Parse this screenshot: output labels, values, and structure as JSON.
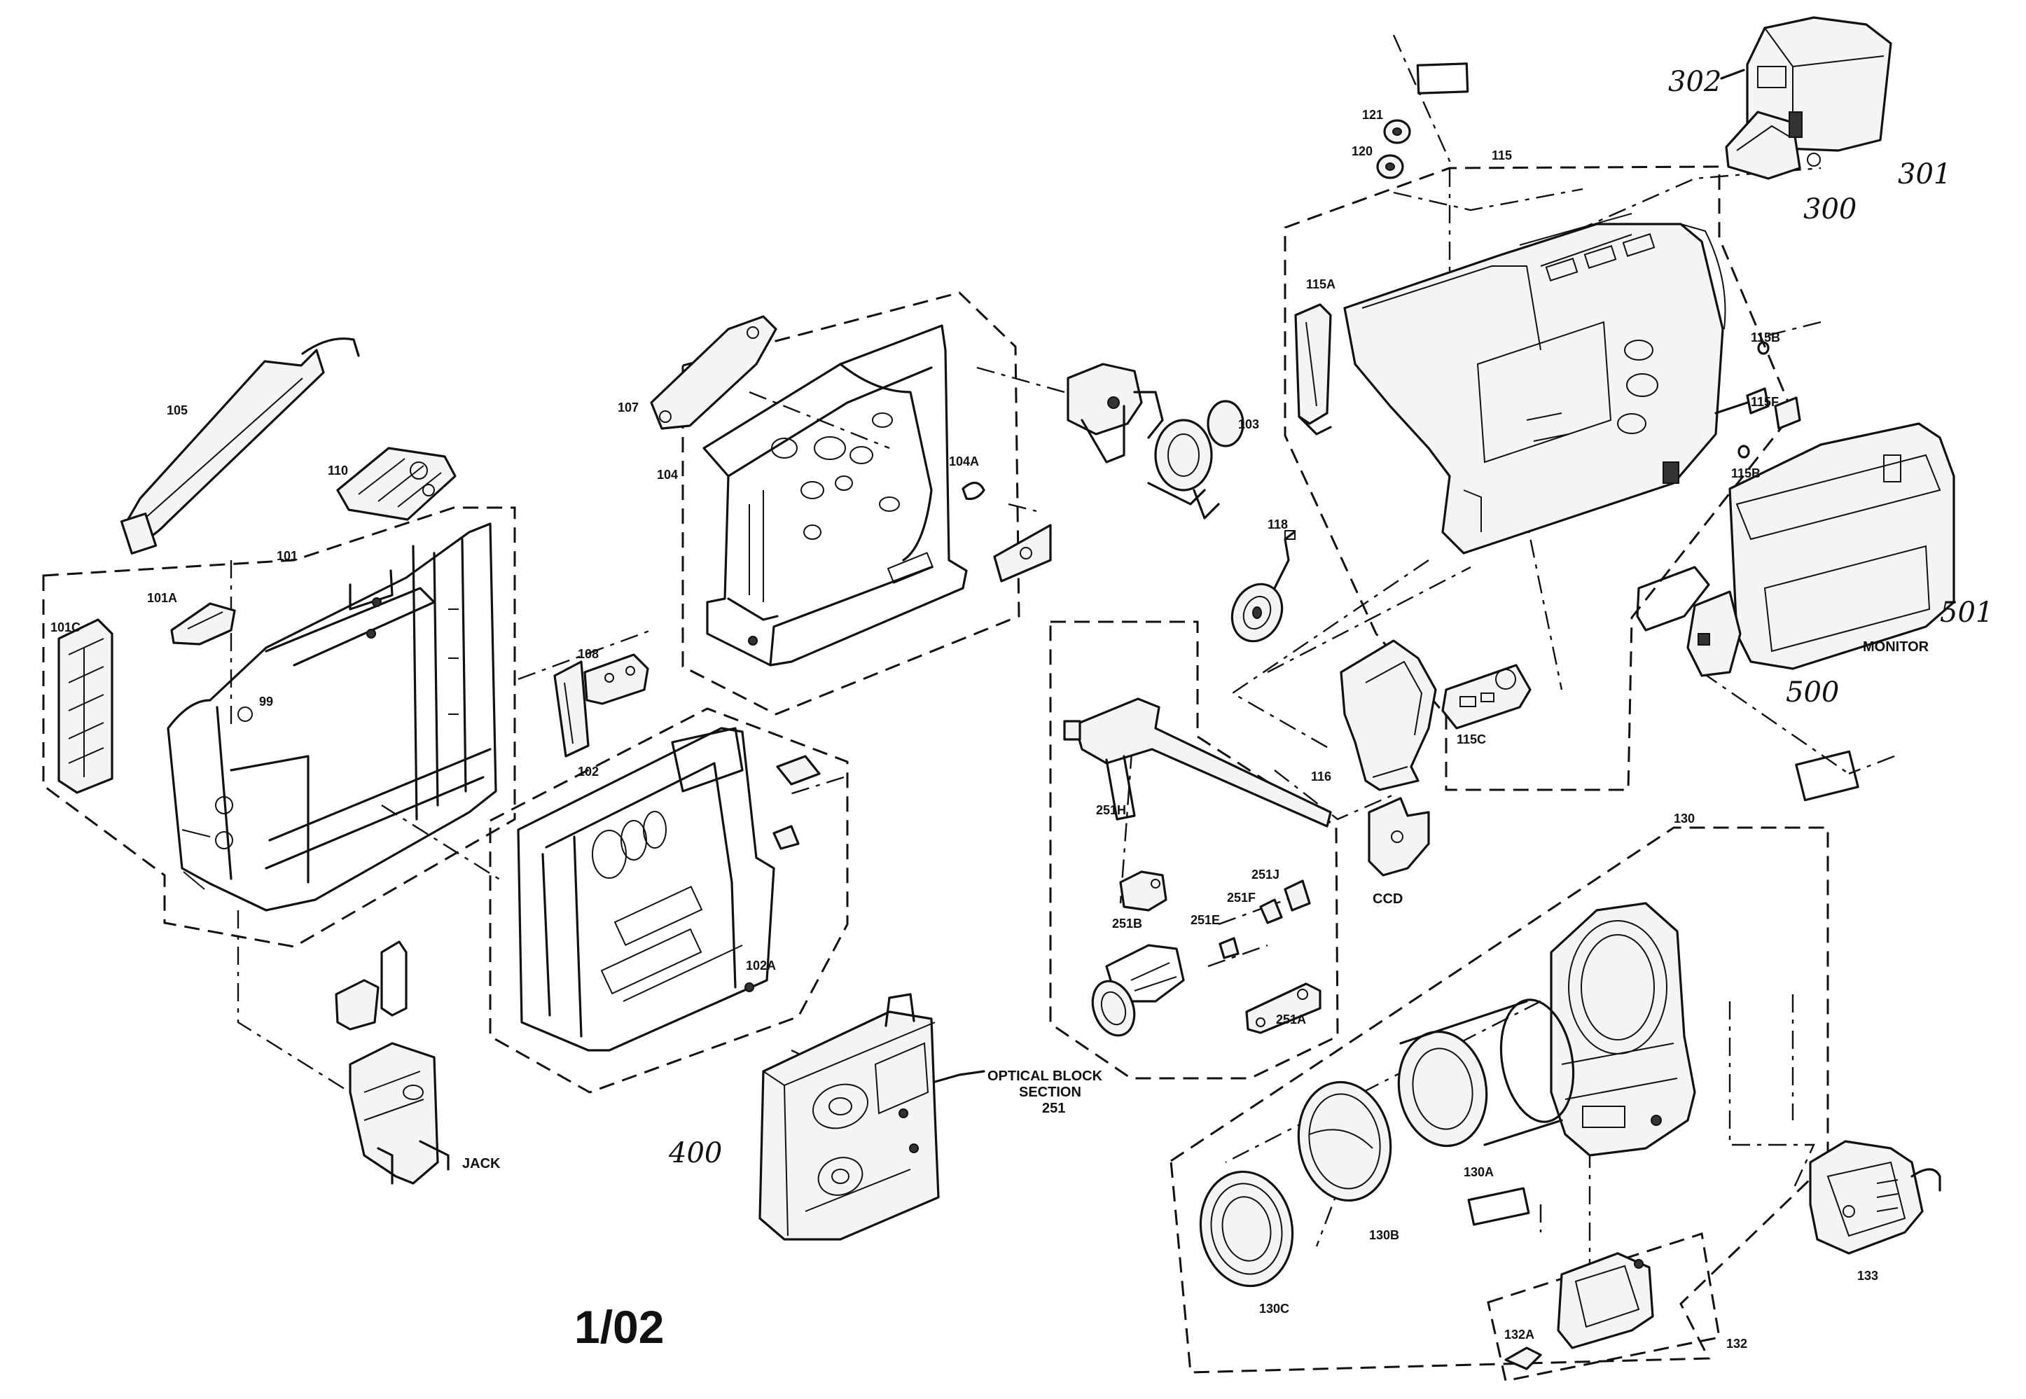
{
  "page_number": "1/02",
  "callouts": {
    "p105": "105",
    "p110": "110",
    "p101": "101",
    "p101a": "101A",
    "p101c": "101C",
    "p99": "99",
    "p107": "107",
    "p104": "104",
    "p104a": "104A",
    "p103": "103",
    "p108": "108",
    "p102": "102",
    "p102a": "102A",
    "p121": "121",
    "p120": "120",
    "p115": "115",
    "p115a": "115A",
    "p115b1": "115B",
    "p115f": "115F",
    "p115b2": "115B",
    "p116": "116",
    "p115c": "115C",
    "p118": "118",
    "p251h": "251H",
    "p251j": "251J",
    "p251f": "251F",
    "p251e": "251E",
    "p251b": "251B",
    "p251a": "251A",
    "p130": "130",
    "p130a": "130A",
    "p130b": "130B",
    "p130c": "130C",
    "p132": "132",
    "p132a": "132A",
    "p133": "133"
  },
  "captions": {
    "jack": "JACK",
    "ccd": "CCD",
    "monitor": "MONITOR",
    "optical_line1": "OPTICAL BLOCK",
    "optical_line2": "SECTION",
    "optical_line3": "251"
  },
  "handwritten": {
    "h302": "302",
    "h301": "301",
    "h300": "300",
    "h501": "501",
    "h500": "500",
    "h400": "400"
  }
}
